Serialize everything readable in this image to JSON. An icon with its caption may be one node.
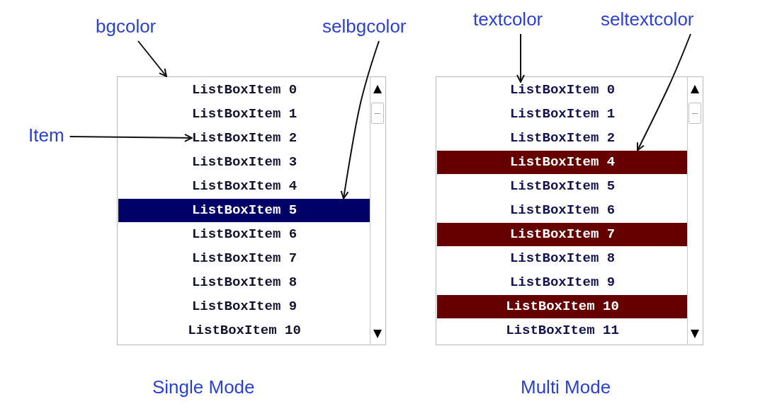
{
  "diagram": {
    "nodes": [
      {
        "text": [
          "bgcolor"
        ]
      },
      {
        "text": [
          "selbgcolor"
        ]
      },
      {
        "text": [
          "textcolor"
        ]
      },
      {
        "text": [
          "seltextcolor"
        ]
      },
      {
        "text": [
          "Item"
        ]
      },
      {
        "text": [],
        "shape": "box"
      },
      {
        "text": [
          "ListBoxItem 0"
        ],
        "in": 5
      },
      {
        "text": [
          "ListBoxItem 1"
        ],
        "in": 5
      },
      {
        "text": [
          "ListBoxItem 2"
        ],
        "in": 5
      },
      {
        "text": [
          "ListBoxItem 3"
        ],
        "in": 5
      },
      {
        "text": [
          "ListBoxItem 4"
        ],
        "in": 5
      },
      {
        "text": [
          "ListBoxItem 5"
        ],
        "in": 5
      },
      {
        "text": [
          "ListBoxItem 6"
        ],
        "in": 5
      },
      {
        "text": [
          "ListBoxItem 7"
        ],
        "in": 5
      },
      {
        "text": [
          "ListBoxItem 8"
        ],
        "in": 5
      },
      {
        "text": [
          "ListBoxItem 9"
        ],
        "in": 5
      },
      {
        "text": [
          "ListBoxItem 10"
        ],
        "in": 5
      },
      {
        "text": [],
        "shape": "box"
      },
      {
        "text": [
          "ListBoxItem 0"
        ],
        "in": 17
      },
      {
        "text": [
          "ListBoxItem 1"
        ],
        "in": 17
      },
      {
        "text": [
          "ListBoxItem 2"
        ],
        "in": 17
      },
      {
        "text": [
          "ListBoxItem 4"
        ],
        "in": 17
      },
      {
        "text": [
          "ListBoxItem 5"
        ],
        "in": 17
      },
      {
        "text": [
          "ListBoxItem 6"
        ],
        "in": 17
      },
      {
        "text": [
          "ListBoxItem 7"
        ],
        "in": 17
      },
      {
        "text": [
          "ListBoxItem 8"
        ],
        "in": 17
      },
      {
        "text": [
          "ListBoxItem 9"
        ],
        "in": 17
      },
      {
        "text": [
          "ListBoxItem 10"
        ],
        "in": 17
      },
      {
        "text": [
          "ListBoxItem 11"
        ],
        "in": 17
      }
    ],
    "edges": [
      {
        "from": 0,
        "to": 5,
        "arrow": "to"
      },
      {
        "from": 1,
        "to": 11,
        "arrow": "to"
      },
      {
        "from": 2,
        "to": 18,
        "arrow": "to"
      },
      {
        "from": 3,
        "to": 21,
        "arrow": "to"
      },
      {
        "from": 4,
        "to": 8,
        "arrow": "to"
      }
    ],
    "labels": [
      "Single Mode",
      "Multi Mode"
    ]
  }
}
